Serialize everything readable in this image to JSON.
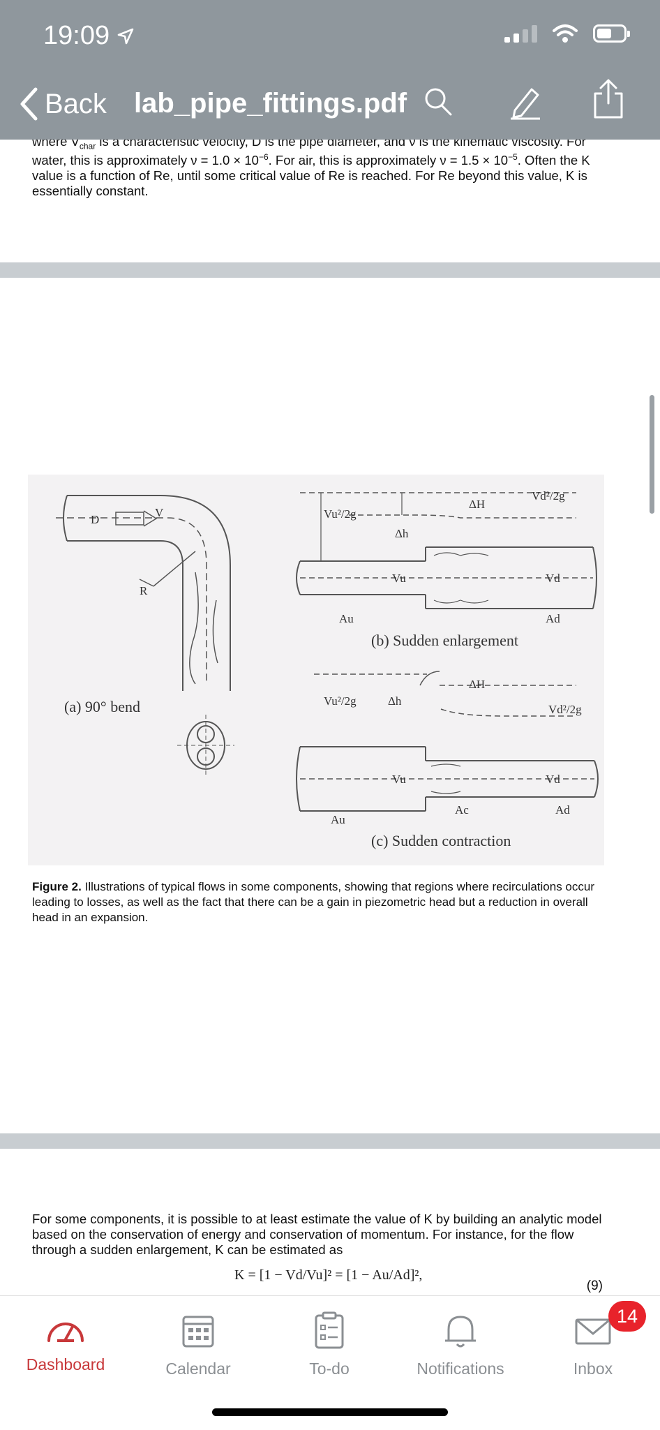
{
  "status": {
    "time": "19:09"
  },
  "nav": {
    "back_label": "Back",
    "title": "lab_pipe_fittings.pdf"
  },
  "doc": {
    "top_cut_text": "where V",
    "top_cut_sub": "char",
    "top_cut_rest": "is a characteristic velocity, D is the pipe diameter, and ν is the kinematic viscosity. For",
    "para1_line1": "water, this is approximately ν = 1.0 × 10",
    "para1_exp1": "−6",
    "para1_mid": ". For air, this is approximately ν = 1.5 × 10",
    "para1_exp2": "−5",
    "para1_end": ". Often the K",
    "para1_line2": "value is a function of Re, until some critical value of Re is reached. For Re beyond this value, K is",
    "para1_line3": "essentially constant.",
    "figure": {
      "label_a": "(a) 90° bend",
      "label_b": "(b) Sudden enlargement",
      "label_c": "(c) Sudden contraction",
      "D": "D",
      "V": "V",
      "R": "R",
      "dH": "ΔH",
      "dh": "Δh",
      "vu2g": "Vu²/2g",
      "vd2g": "Vd²/2g",
      "Vu": "Vu",
      "Vd": "Vd",
      "Au": "Au",
      "Ad": "Ad",
      "Ac": "Ac"
    },
    "caption_bold": "Figure 2.",
    "caption_text": "Illustrations of typical flows in some components, showing that regions where recirculations occur leading to losses, as well as the fact that there can be a gain in piezometric head but a reduction in overall head in an expansion.",
    "para2": "For some components, it is possible to at least estimate the value of K by building an analytic model based on the conservation of energy and conservation of momentum.  For instance, for the flow through a sudden enlargement, K can be estimated as",
    "equation": "K = [1 − Vd/Vu]² = [1 − Au/Ad]²,",
    "eq_number": "(9)"
  },
  "tabs": [
    {
      "label": "Dashboard",
      "icon": "gauge-icon"
    },
    {
      "label": "Calendar",
      "icon": "calendar-icon"
    },
    {
      "label": "To-do",
      "icon": "clipboard-icon"
    },
    {
      "label": "Notifications",
      "icon": "bell-icon"
    },
    {
      "label": "Inbox",
      "icon": "envelope-icon"
    }
  ],
  "inbox_badge": "14",
  "colors": {
    "nav_bg": "#8f979d",
    "accent": "#c8383a",
    "badge": "#e8232b",
    "tab_gray": "#8b8f93"
  }
}
